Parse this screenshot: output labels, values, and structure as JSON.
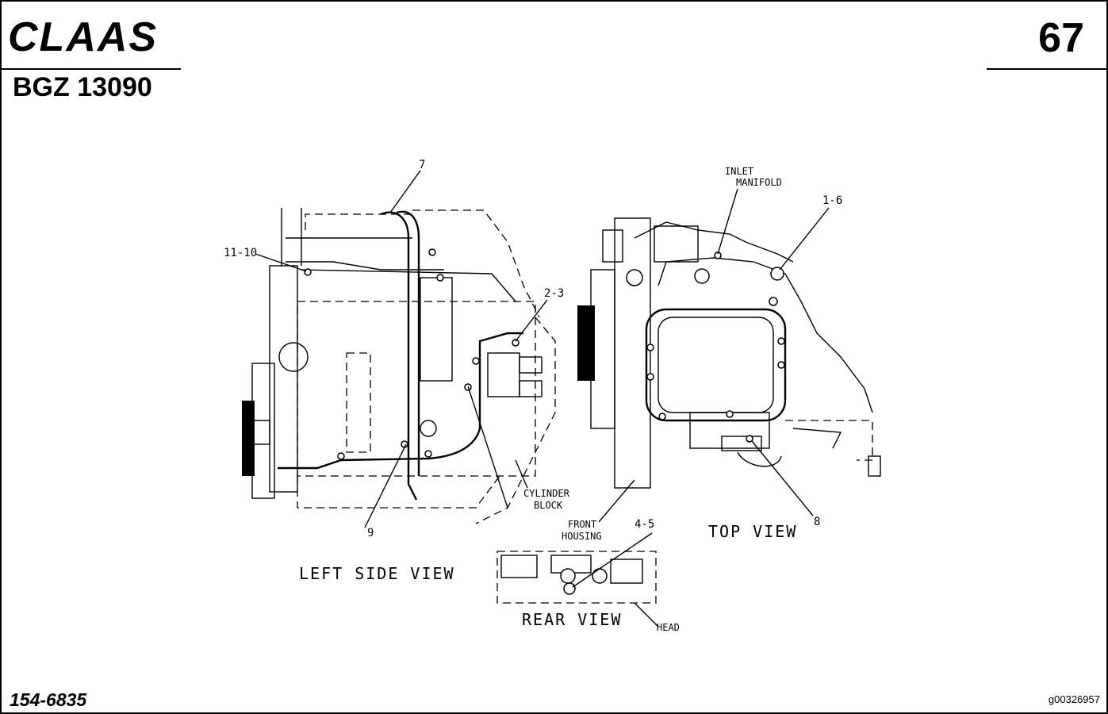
{
  "header": {
    "brand": "CLAAS",
    "page_number": "67",
    "model_code": "BGZ 13090"
  },
  "footer": {
    "part_number": "154-6835",
    "image_id": "g00326957"
  },
  "views": {
    "left_side": "LEFT SIDE VIEW",
    "top": "TOP VIEW",
    "rear": "REAR VIEW"
  },
  "callouts": {
    "c7": "7",
    "c11_10": "11-10",
    "c2_3": "2-3",
    "c9": "9",
    "c1_6": "1-6",
    "c8": "8",
    "c4_5": "4-5"
  },
  "component_labels": {
    "inlet_manifold_1": "INLET",
    "inlet_manifold_2": "MANIFOLD",
    "cylinder_block_1": "CYLINDER",
    "cylinder_block_2": "BLOCK",
    "front_housing_1": "FRONT",
    "front_housing_2": "HOUSING",
    "head": "HEAD"
  }
}
